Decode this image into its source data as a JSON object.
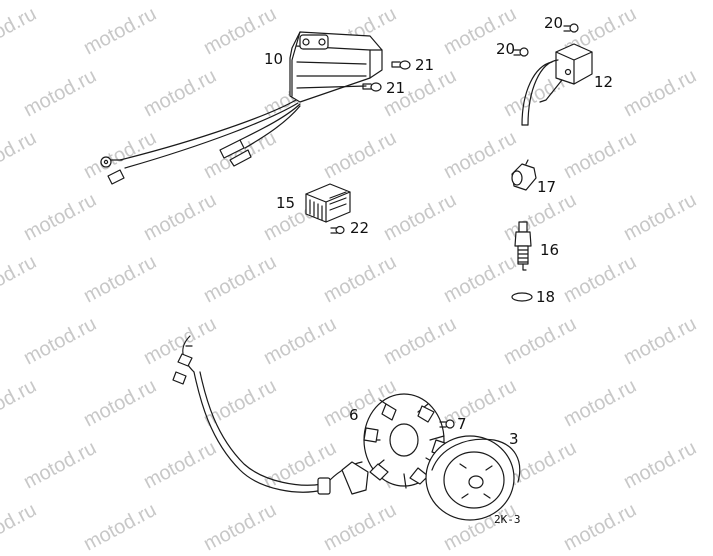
{
  "watermark": "motod.ru",
  "figure_code": "2K-3",
  "parts": {
    "p3": "3",
    "p6": "6",
    "p7": "7",
    "p10": "10",
    "p12": "12",
    "p15": "15",
    "p16": "16",
    "p17": "17",
    "p18": "18",
    "p20a": "20",
    "p20b": "20",
    "p21a": "21",
    "p21b": "21",
    "p22": "22"
  }
}
